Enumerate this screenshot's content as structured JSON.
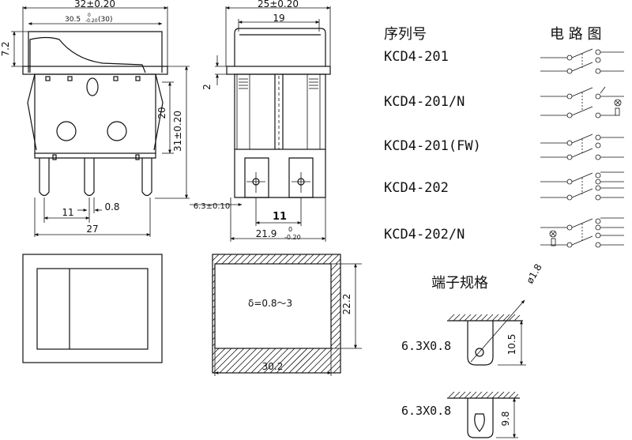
{
  "dims": {
    "total_width": "32±0.20",
    "inner_width": "30.5",
    "inner_width_tol": "0",
    "inner_width_tol2": "-0.20",
    "inner_width_ref": "(30)",
    "rocker_height": "7.2",
    "body_height": "20",
    "overall_height": "31±0.20",
    "pin_pitch": "11",
    "pin_thickness": "0.8",
    "base_width": "27",
    "side_total_width": "25±0.20",
    "side_inner_width": "19",
    "side_step": "2",
    "terminal_width": "6.3±0.10",
    "side_pin_pitch": "11",
    "side_bottom_width": "21.9",
    "side_bottom_tol_upper": "0",
    "side_bottom_tol_lower": "-0.20",
    "panel_thickness": "δ=0.8～3",
    "cutout_height": "22.2",
    "cutout_width": "30.2"
  },
  "models": {
    "header": "序列号",
    "items": [
      "KCD4-201",
      "KCD4-201/N",
      "KCD4-201(FW)",
      "KCD4-202",
      "KCD4-202/N"
    ]
  },
  "circuit": {
    "header": "电 路 图"
  },
  "terminals": {
    "header": "端子规格",
    "hole": "ø1.8",
    "t1_label": "6.3X0.8",
    "t1_height": "10.5",
    "t2_label": "6.3X0.8",
    "t2_height": "9.8"
  }
}
